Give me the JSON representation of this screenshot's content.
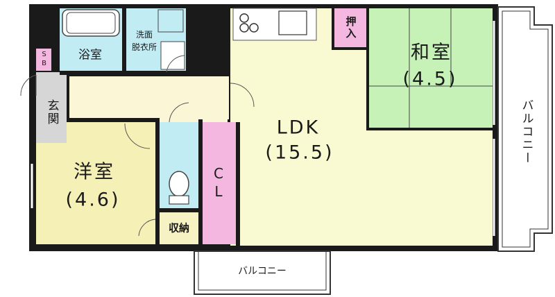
{
  "rooms": {
    "ldk": {
      "name": "LDK",
      "size": "(15.5)"
    },
    "washitsu": {
      "name": "和室",
      "size": "(4.5)"
    },
    "youshitsu": {
      "name": "洋室",
      "size": "(4.6)"
    },
    "bathroom": {
      "name": "浴室"
    },
    "dressing": {
      "line1": "洗面",
      "line2": "脱衣所"
    },
    "entrance": {
      "name": "玄関"
    },
    "closet": {
      "name": "CL"
    },
    "storage": {
      "name": "収納"
    },
    "oshiire": {
      "name": "押入"
    },
    "shoebox": {
      "name": "SB"
    }
  },
  "balconies": {
    "east": "バルコニー",
    "south": "バルコニー"
  },
  "colors": {
    "wall": "#1a1a1a",
    "ldk_floor": "#fafad2",
    "washitsu_floor": "#c6f2b8",
    "youshitsu_floor": "#f5f0b6",
    "wet_area": "#c2ecf4",
    "closet": "#f4b8e0",
    "hallway": "#faf6d6",
    "entrance_floor": "#d6d6d6",
    "balcony": "#ffffff"
  }
}
